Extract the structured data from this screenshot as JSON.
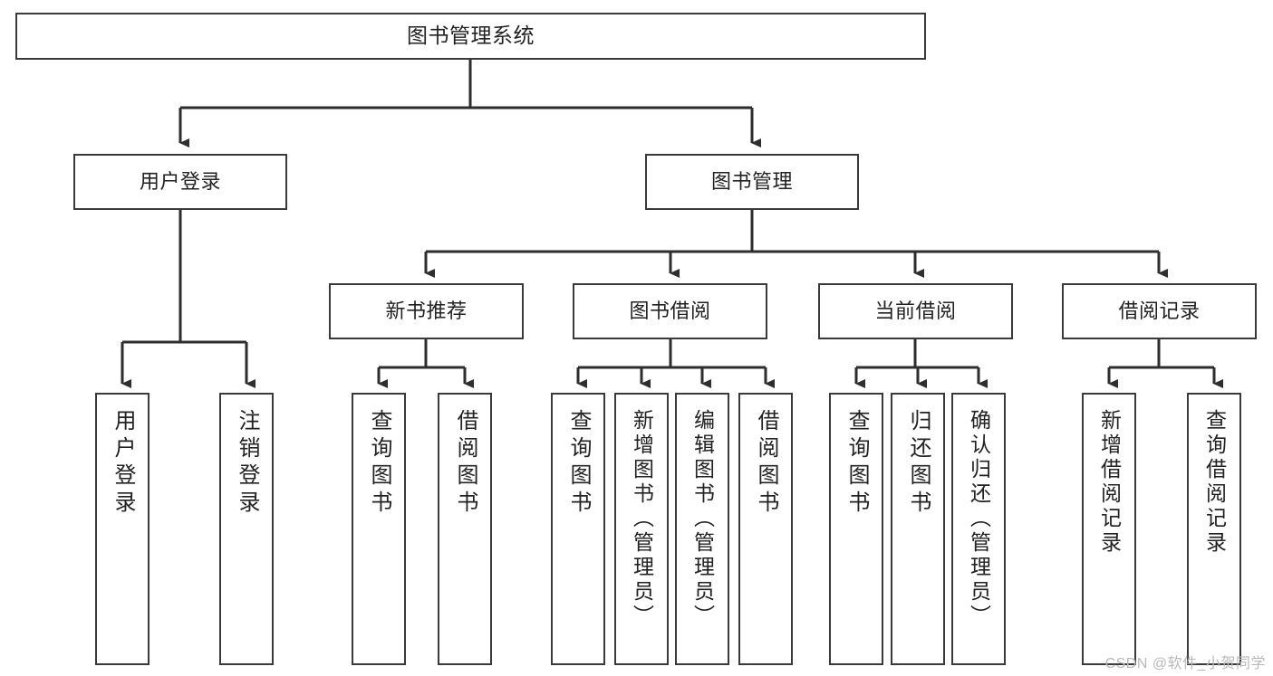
{
  "diagram": {
    "title": "图书管理系统",
    "type": "tree",
    "orientation": "top-down",
    "colors": {
      "box_border": "#3a3a3a",
      "box_fill": "#ffffff",
      "connector": "#2e2e2e",
      "text": "#222222",
      "watermark": "#b9b9b9",
      "background": "#ffffff"
    },
    "root": {
      "label": "图书管理系统"
    },
    "level1": [
      {
        "label": "用户登录"
      },
      {
        "label": "图书管理"
      }
    ],
    "level2": [
      {
        "label": "新书推荐"
      },
      {
        "label": "图书借阅"
      },
      {
        "label": "当前借阅"
      },
      {
        "label": "借阅记录"
      }
    ],
    "leaves": {
      "user_login": [
        {
          "label": "用户登录"
        },
        {
          "label": "注销登录"
        }
      ],
      "new_book_recommend": [
        {
          "label": "查询图书"
        },
        {
          "label": "借阅图书"
        }
      ],
      "book_borrow": [
        {
          "label": "查询图书"
        },
        {
          "label": "新增图书（管理员）"
        },
        {
          "label": "编辑图书（管理员）"
        },
        {
          "label": "借阅图书"
        }
      ],
      "current_borrow": [
        {
          "label": "查询图书"
        },
        {
          "label": "归还图书"
        },
        {
          "label": "确认归还（管理员）"
        }
      ],
      "borrow_record": [
        {
          "label": "新增借阅记录"
        },
        {
          "label": "查询借阅记录"
        }
      ]
    }
  },
  "watermark": {
    "text": "CSDN @软件_小贺同学"
  }
}
